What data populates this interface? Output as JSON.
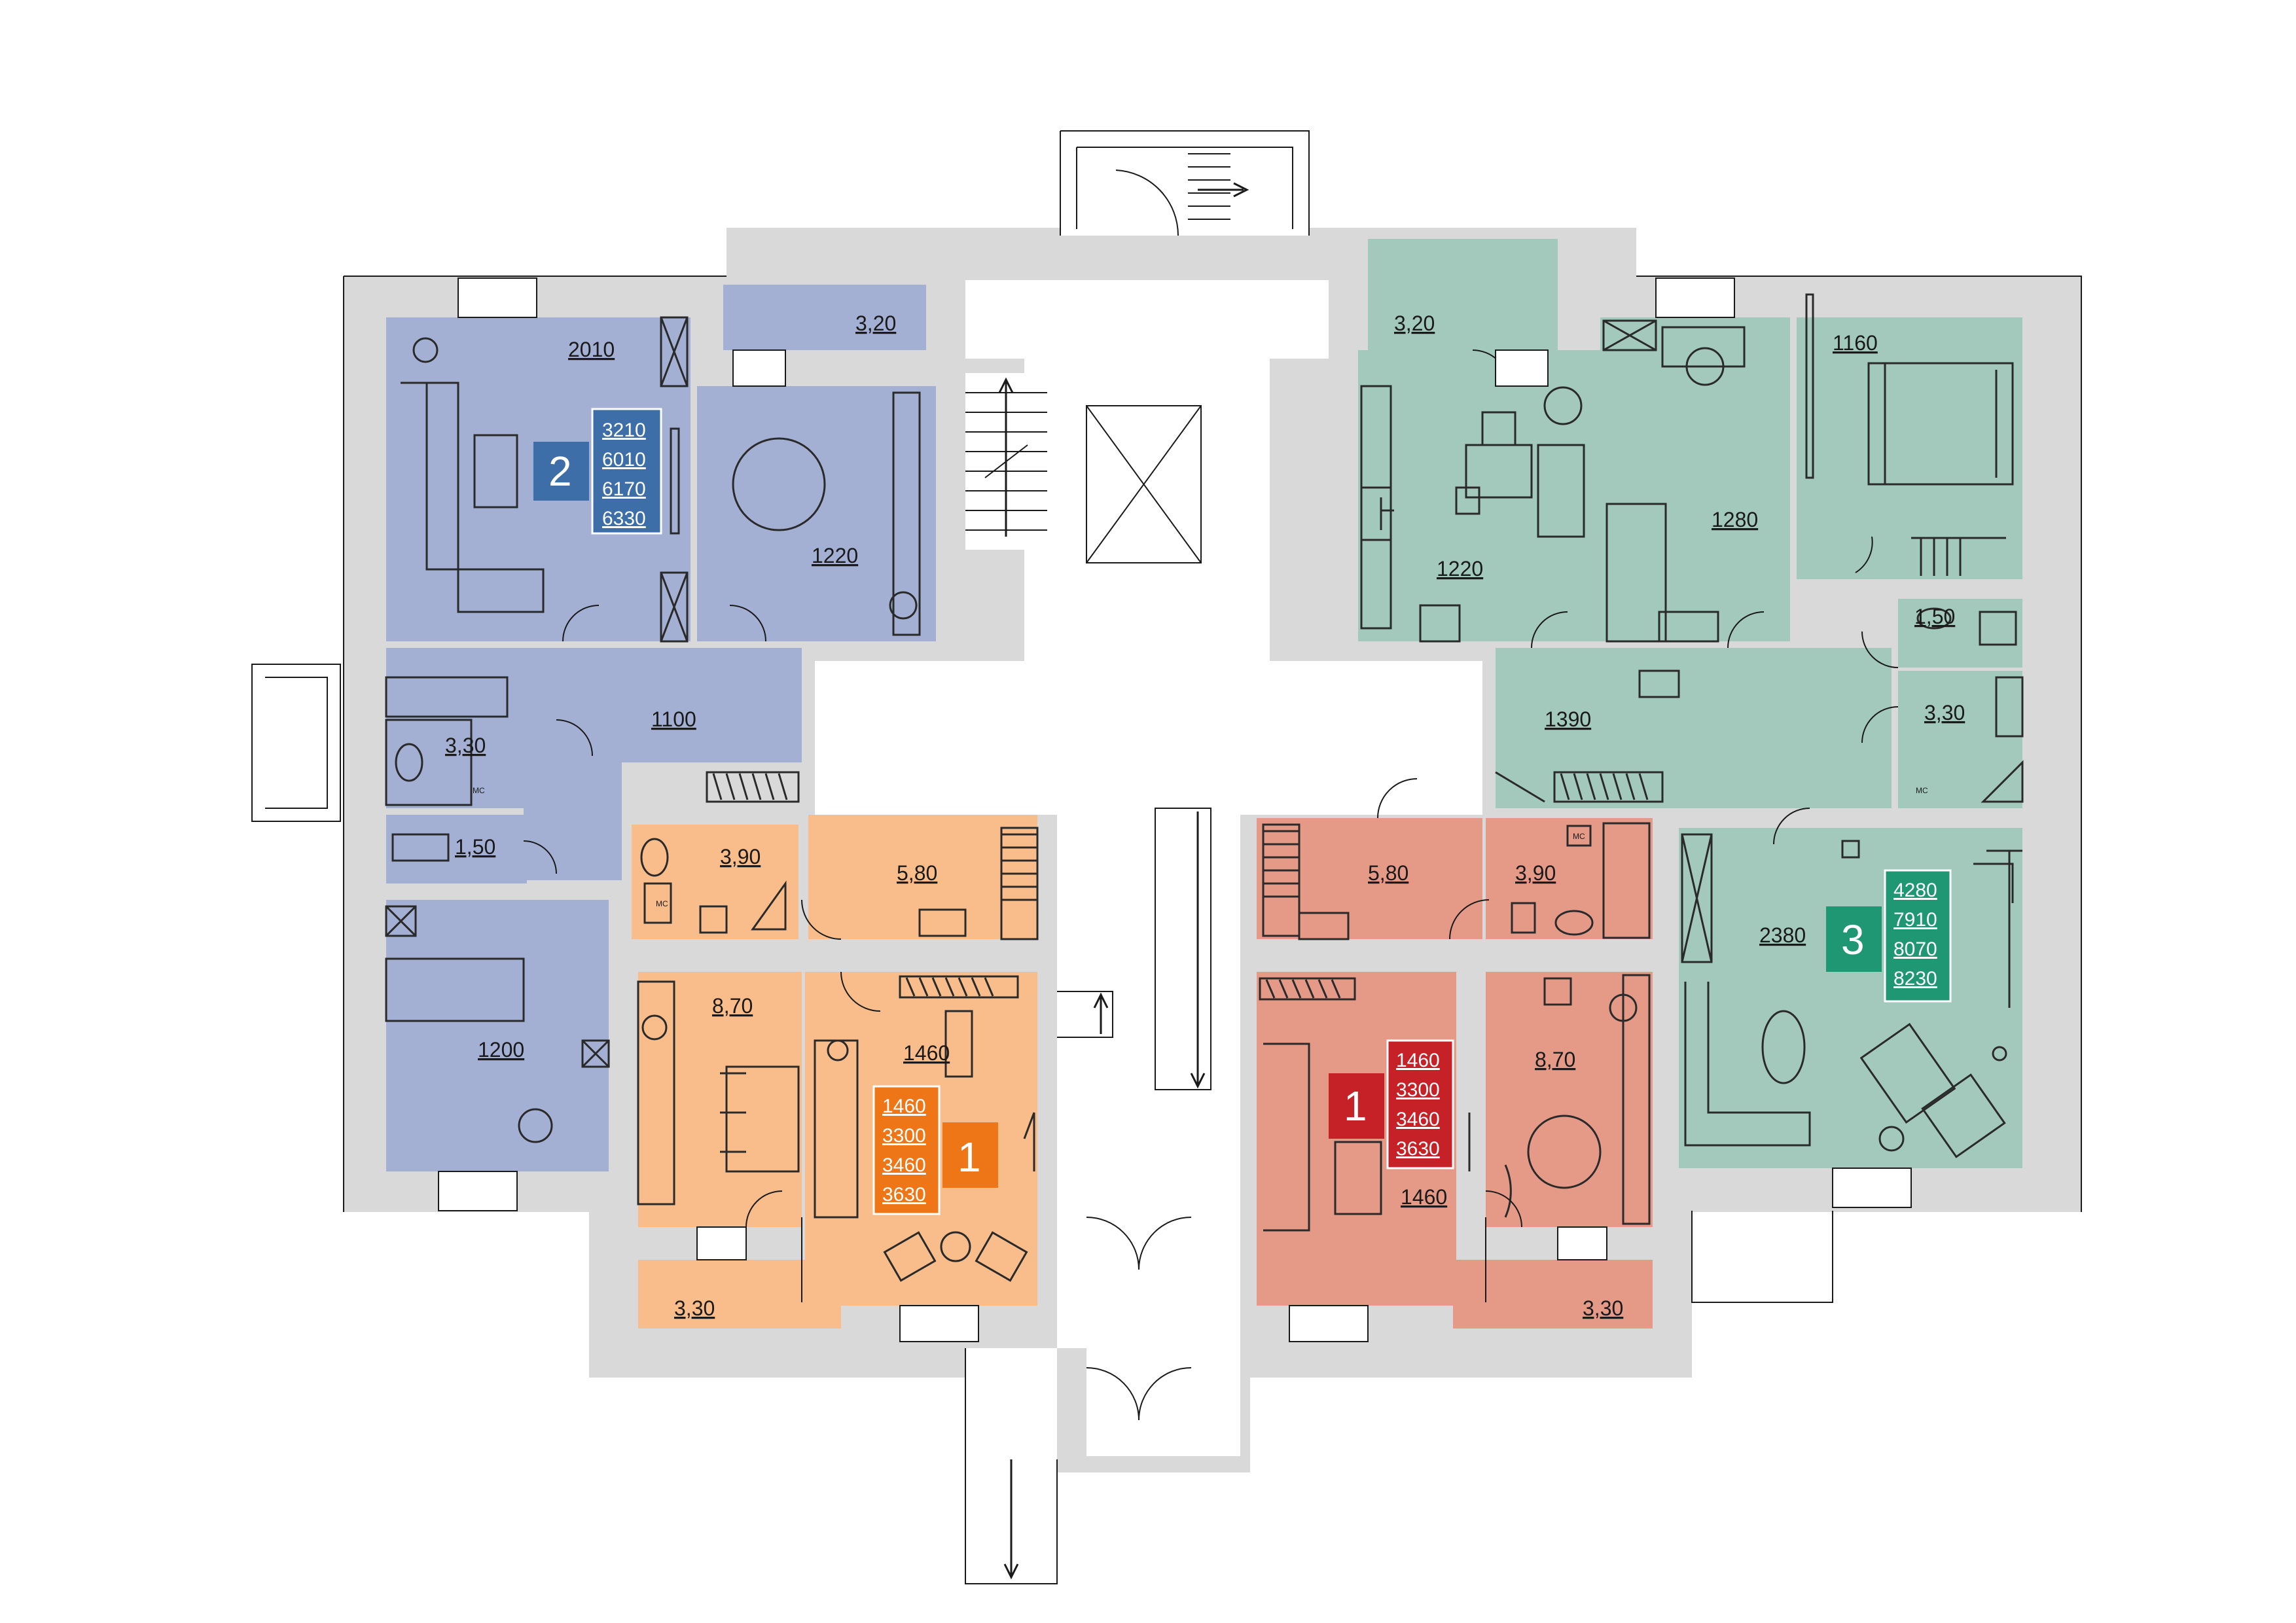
{
  "colors": {
    "apt_blue": "#a3b0d4",
    "apt_orange": "#f8bd8a",
    "apt_red": "#e59a88",
    "apt_green": "#a3c9bd",
    "badge_blue": "#3e6ea8",
    "badge_orange": "#ee7617",
    "badge_red": "#c62127",
    "badge_green": "#1f9772",
    "wall": "#d9d9d9"
  },
  "apartments": [
    {
      "id": "blue",
      "badge": {
        "number": "2",
        "values": [
          "3210",
          "6010",
          "6170",
          "6330"
        ]
      },
      "rooms": [
        {
          "label": "2010"
        },
        {
          "label": "3,20"
        },
        {
          "label": "1220"
        },
        {
          "label": "1100"
        },
        {
          "label": "3,30"
        },
        {
          "label": "1,50"
        },
        {
          "label": "1200"
        }
      ]
    },
    {
      "id": "orange",
      "badge": {
        "number": "1",
        "values": [
          "1460",
          "3300",
          "3460",
          "3630"
        ]
      },
      "rooms": [
        {
          "label": "3,90"
        },
        {
          "label": "5,80"
        },
        {
          "label": "8,70"
        },
        {
          "label": "1460"
        },
        {
          "label": "3,30"
        }
      ]
    },
    {
      "id": "red",
      "badge": {
        "number": "1",
        "values": [
          "1460",
          "3300",
          "3460",
          "3630"
        ]
      },
      "rooms": [
        {
          "label": "5,80"
        },
        {
          "label": "3,90"
        },
        {
          "label": "8,70"
        },
        {
          "label": "1460"
        },
        {
          "label": "3,30"
        }
      ]
    },
    {
      "id": "green",
      "badge": {
        "number": "3",
        "values": [
          "4280",
          "7910",
          "8070",
          "8230"
        ]
      },
      "rooms": [
        {
          "label": "3,20"
        },
        {
          "label": "1220"
        },
        {
          "label": "1280"
        },
        {
          "label": "1160"
        },
        {
          "label": "1,50"
        },
        {
          "label": "1390"
        },
        {
          "label": "3,30"
        },
        {
          "label": "2380"
        }
      ]
    }
  ],
  "fixtures": {
    "washer_label": "МС"
  }
}
